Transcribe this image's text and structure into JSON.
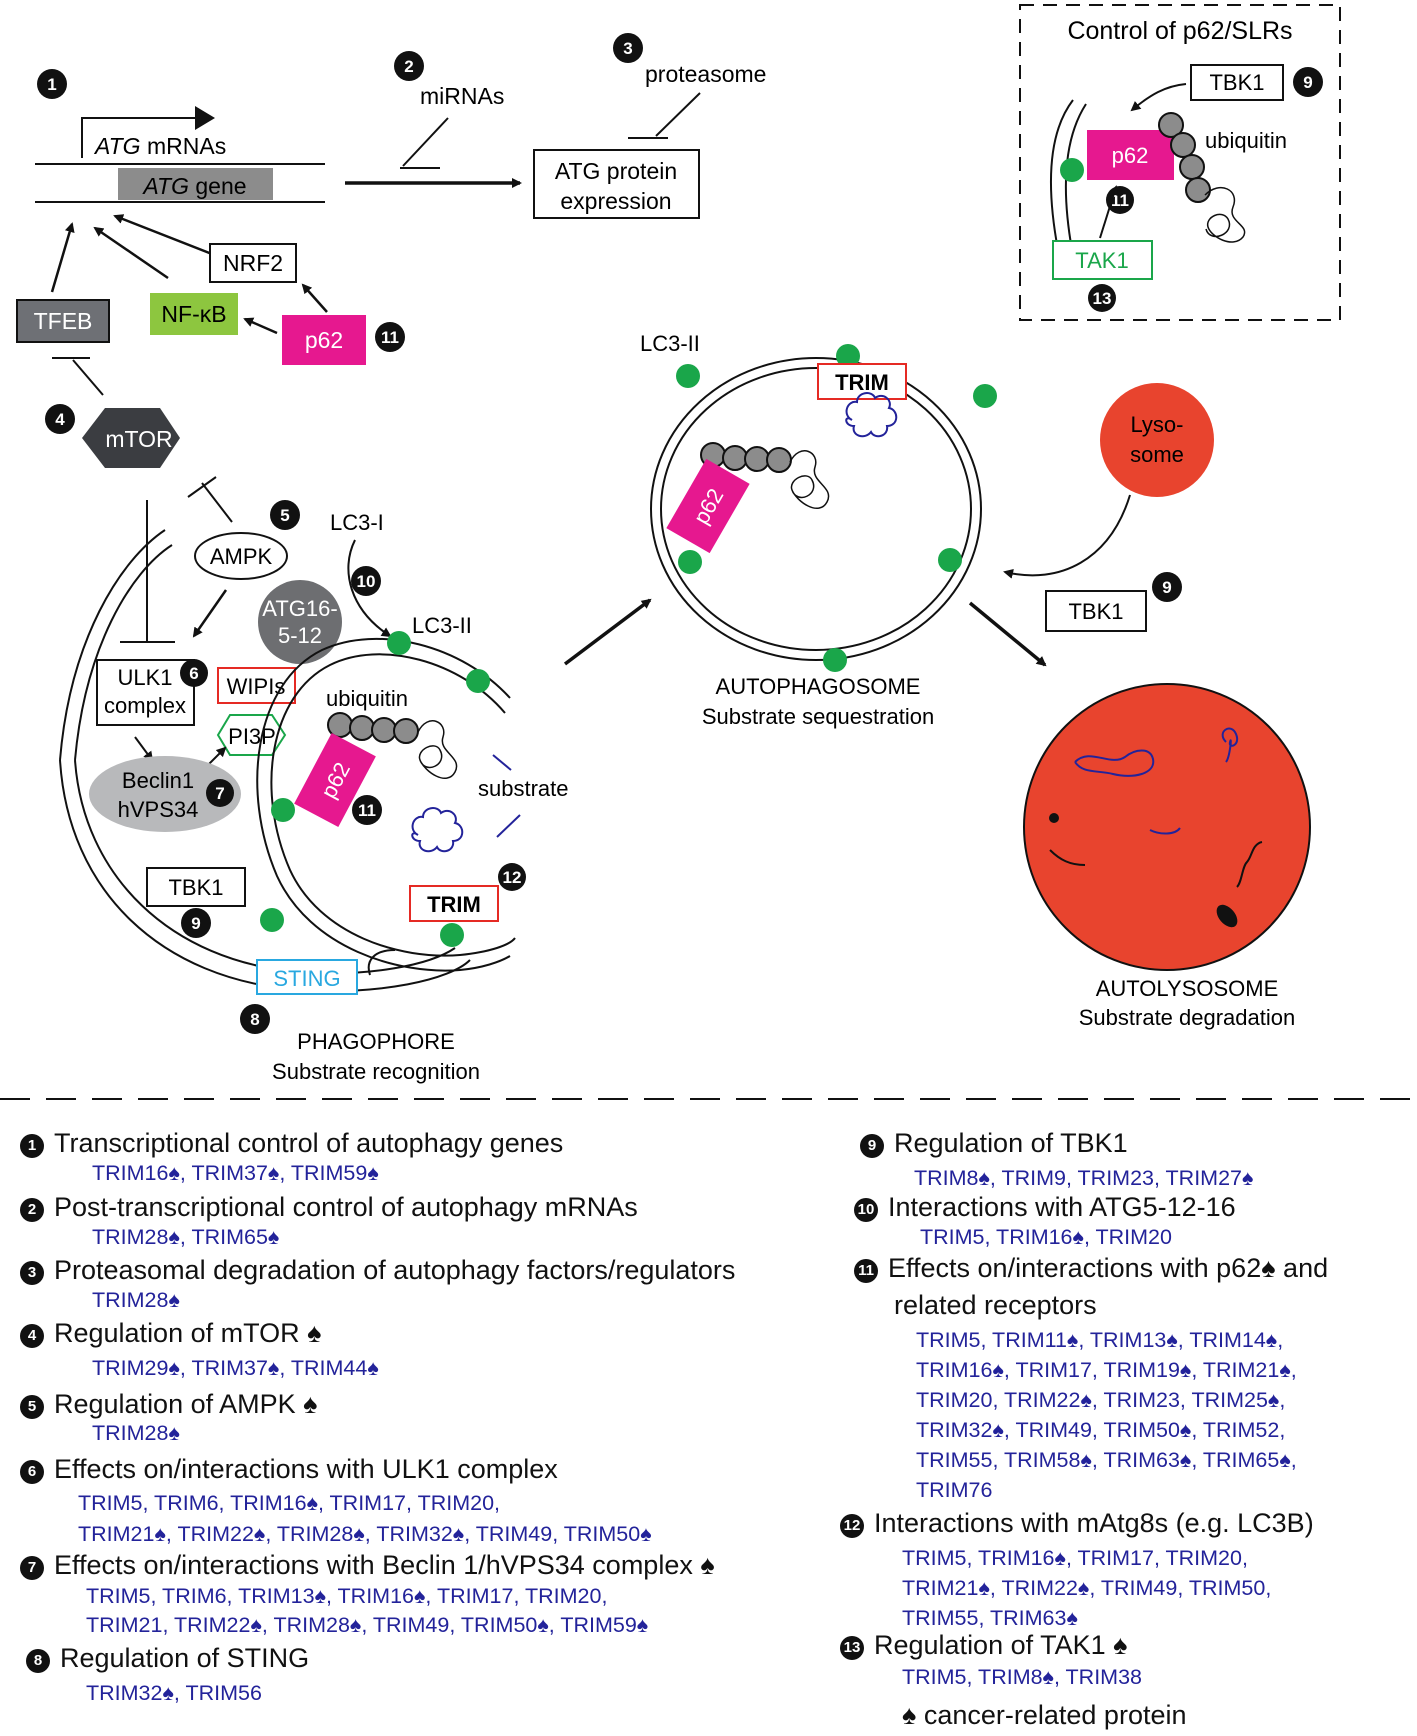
{
  "diagram": {
    "atg_mrnas": "mRNAs",
    "atg_italic": "ATG",
    "atg_gene": "gene",
    "mirnas": "miRNAs",
    "proteasome": "proteasome",
    "atg_protein_1": "ATG protein",
    "atg_protein_2": "expression",
    "nrf2": "NRF2",
    "nfkb": "NF-κB",
    "tfeb": "TFEB",
    "p62": "p62",
    "mtor": "mTOR",
    "ampk": "AMPK",
    "lc3_i": "LC3-I",
    "lc3_ii": "LC3-II",
    "atg16_1": "ATG16-",
    "atg16_2": "5-12",
    "ulk1_1": "ULK1",
    "ulk1_2": "complex",
    "wipis": "WIPIs",
    "pi3p": "PI3P",
    "beclin_1": "Beclin1",
    "beclin_2": "hVPS34",
    "ubiquitin": "ubiquitin",
    "substrate": "substrate",
    "tbk1": "TBK1",
    "trim": "TRIM",
    "sting": "STING",
    "phagophore_1": "PHAGOPHORE",
    "phagophore_2": "Substrate recognition",
    "autophagosome_1": "AUTOPHAGOSOME",
    "autophagosome_2": "Substrate sequestration",
    "lysosome_1": "Lyso-",
    "lysosome_2": "some",
    "autolysosome_1": "AUTOLYSOSOME",
    "autolysosome_2": "Substrate degradation",
    "inset_title": "Control of p62/SLRs",
    "tak1": "TAK1"
  },
  "legend": {
    "items": [
      {
        "num": "1",
        "title": "Transcriptional control of autophagy genes",
        "trims": [
          "TRIM16♠, TRIM37♠, TRIM59♠"
        ]
      },
      {
        "num": "2",
        "title": "Post-transcriptional control of autophagy mRNAs",
        "trims": [
          "TRIM28♠, TRIM65♠"
        ]
      },
      {
        "num": "3",
        "title": "Proteasomal degradation of autophagy factors/regulators",
        "trims": [
          "TRIM28♠"
        ]
      },
      {
        "num": "4",
        "title": "Regulation of mTOR ♠",
        "trims": [
          "TRIM29♠, TRIM37♠, TRIM44♠"
        ]
      },
      {
        "num": "5",
        "title": "Regulation of AMPK ♠",
        "trims": [
          "TRIM28♠"
        ]
      },
      {
        "num": "6",
        "title": "Effects on/interactions with ULK1 complex",
        "trims": [
          "TRIM5, TRIM6, TRIM16♠, TRIM17, TRIM20,",
          "TRIM21♠, TRIM22♠, TRIM28♠, TRIM32♠, TRIM49, TRIM50♠"
        ]
      },
      {
        "num": "7",
        "title": "Effects on/interactions with Beclin 1/hVPS34 complex ♠",
        "trims": [
          "TRIM5, TRIM6, TRIM13♠, TRIM16♠, TRIM17, TRIM20,",
          "TRIM21, TRIM22♠, TRIM28♠, TRIM49, TRIM50♠, TRIM59♠"
        ]
      },
      {
        "num": "8",
        "title": "Regulation of STING",
        "trims": [
          "TRIM32♠, TRIM56"
        ]
      },
      {
        "num": "9",
        "title": "Regulation of TBK1",
        "trims": [
          "TRIM8♠, TRIM9, TRIM23, TRIM27♠"
        ]
      },
      {
        "num": "10",
        "title": "Interactions with ATG5-12-16",
        "trims": [
          "TRIM5, TRIM16♠, TRIM20"
        ]
      },
      {
        "num": "11",
        "title": "Effects on/interactions with p62♠ and",
        "title2": "related receptors",
        "trims": [
          "TRIM5, TRIM11♠, TRIM13♠, TRIM14♠,",
          "TRIM16♠, TRIM17, TRIM19♠, TRIM21♠,",
          "TRIM20, TRIM22♠, TRIM23, TRIM25♠,",
          "TRIM32♠, TRIM49, TRIM50♠, TRIM52,",
          "TRIM55, TRIM58♠, TRIM63♠, TRIM65♠,",
          "TRIM76"
        ]
      },
      {
        "num": "12",
        "title": "Interactions with mAtg8s (e.g. LC3B)",
        "trims": [
          "TRIM5, TRIM16♠, TRIM17, TRIM20,",
          "TRIM21♠, TRIM22♠, TRIM49, TRIM50,",
          "TRIM55, TRIM63♠"
        ]
      },
      {
        "num": "13",
        "title": "Regulation of TAK1 ♠",
        "trims": [
          "TRIM5, TRIM8♠, TRIM38"
        ]
      }
    ],
    "footnote": "♠ cancer-related protein"
  },
  "colors": {
    "magenta": "#e6188f",
    "green": "#1aa64a",
    "red": "#e8442e",
    "trim_text": "#23239a",
    "nfkb": "#8dc63f",
    "sting": "#29a8e0"
  }
}
